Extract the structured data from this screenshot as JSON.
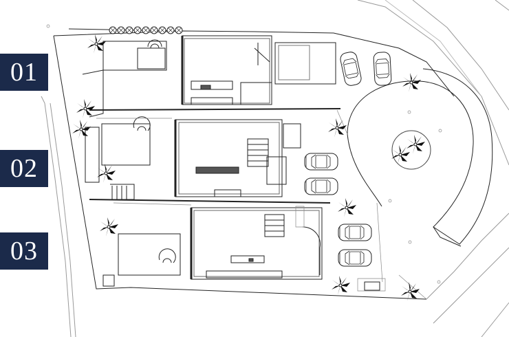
{
  "units": [
    {
      "label": "01"
    },
    {
      "label": "02"
    },
    {
      "label": "03"
    }
  ],
  "colors": {
    "navy": "#1b2a4a",
    "line": "#222222",
    "light_line": "#8a8a8a",
    "kitchen_island": "#555555",
    "background": "#ffffff"
  },
  "icons": [
    "palm-tree-icon",
    "car-icon",
    "shrub-icon"
  ]
}
